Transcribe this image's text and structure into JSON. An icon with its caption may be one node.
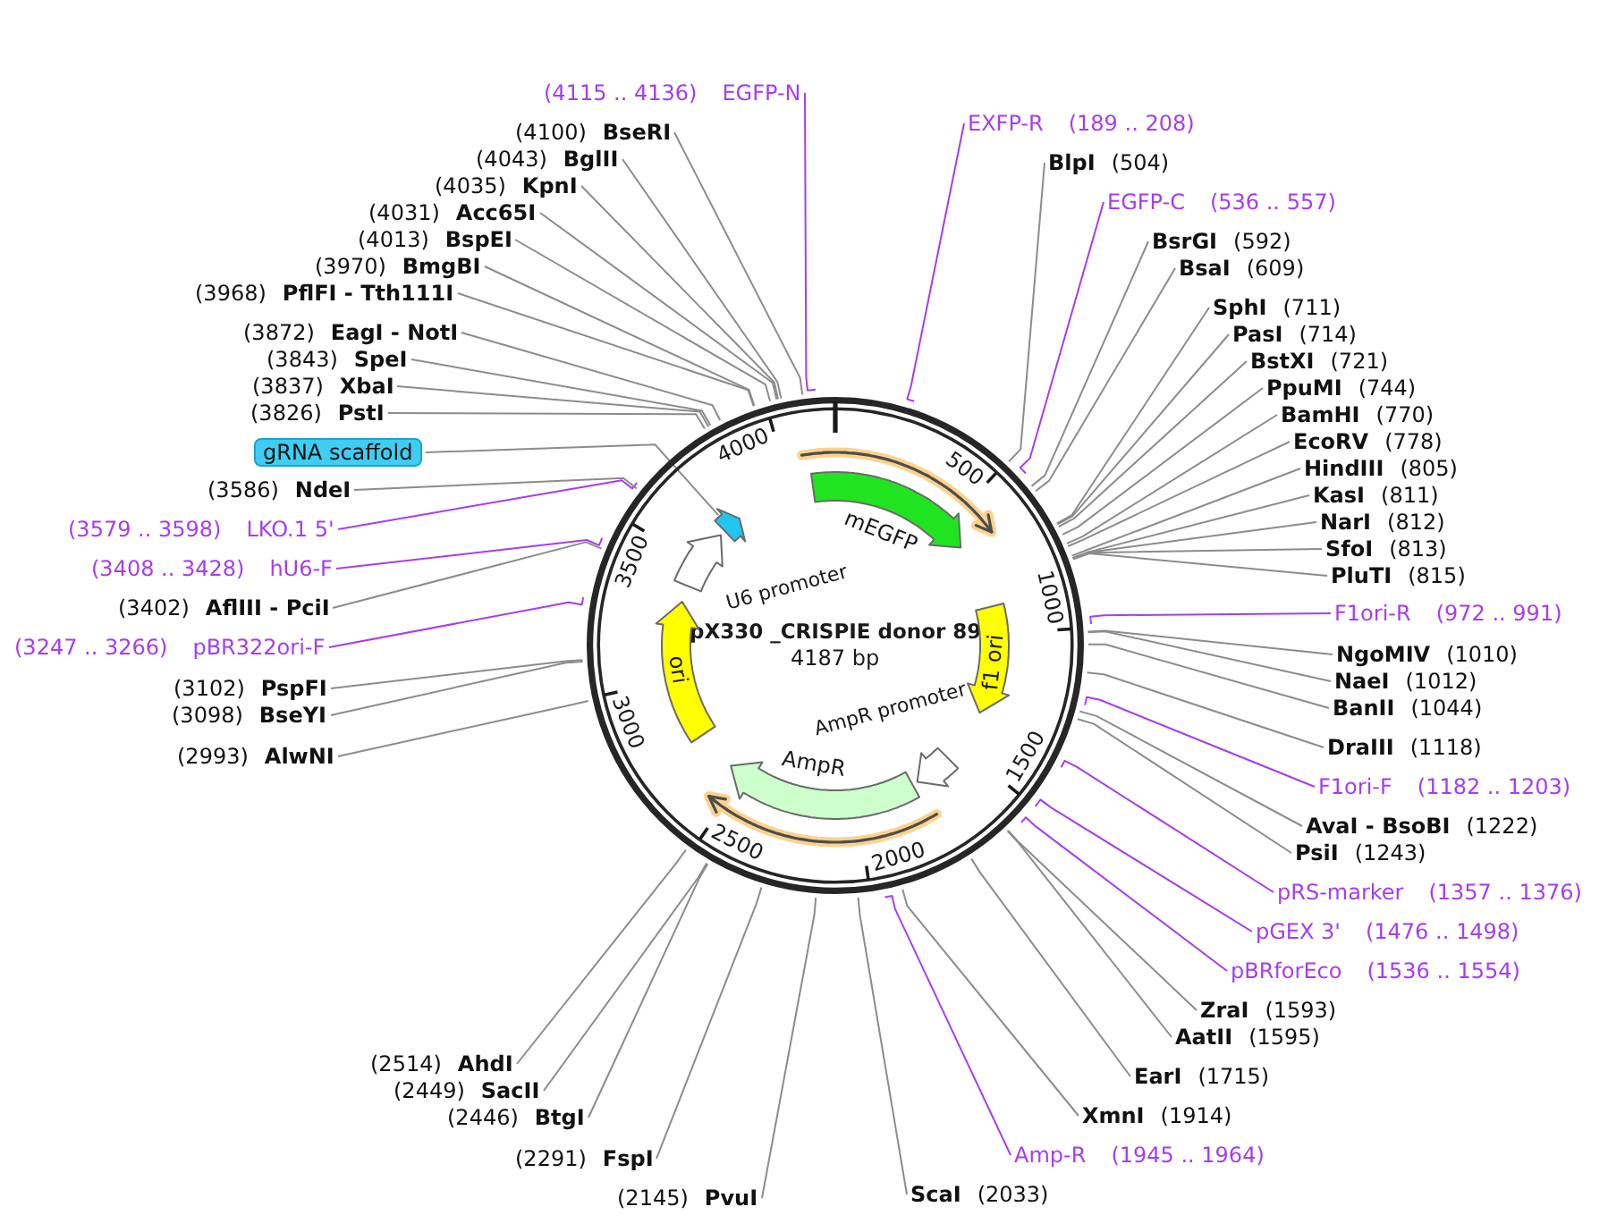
{
  "diagram": {
    "nodes": [
      {
        "text": [
          "pX330 _CRISPIE donor 89",
          "4187 bp"
        ]
      },
      {
        "text": [
          "mEGFP"
        ],
        "in": 0
      },
      {
        "text": [
          "f1 ori"
        ],
        "in": 0
      },
      {
        "text": [
          "AmpR promoter"
        ],
        "in": 0
      },
      {
        "text": [
          "AmpR"
        ],
        "in": 0
      },
      {
        "text": [
          "ori"
        ],
        "in": 0
      },
      {
        "text": [
          "U6 promoter"
        ],
        "in": 0
      },
      {
        "text": [],
        "shape": "arrow",
        "in": 0
      },
      {
        "text": [
          "(4115 .. 4136)",
          "EGFP-N"
        ]
      },
      {
        "text": [
          "EXFP-R",
          "(189 .. 208)"
        ]
      },
      {
        "text": [
          "BlpI",
          "(504)"
        ]
      },
      {
        "text": [
          "EGFP-C",
          "(536 .. 557)"
        ]
      },
      {
        "text": [
          "BsrGI",
          "(592)"
        ]
      },
      {
        "text": [
          "BsaI",
          "(609)"
        ]
      },
      {
        "text": [
          "SphI",
          "(711)"
        ]
      },
      {
        "text": [
          "PasI",
          "(714)"
        ]
      },
      {
        "text": [
          "BstXI",
          "(721)"
        ]
      },
      {
        "text": [
          "PpuMI",
          "(744)"
        ]
      },
      {
        "text": [
          "BamHI",
          "(770)"
        ]
      },
      {
        "text": [
          "EcoRV",
          "(778)"
        ]
      },
      {
        "text": [
          "HindIII",
          "(805)"
        ]
      },
      {
        "text": [
          "KasI",
          "(811)"
        ]
      },
      {
        "text": [
          "NarI",
          "(812)"
        ]
      },
      {
        "text": [
          "SfoI",
          "(813)"
        ]
      },
      {
        "text": [
          "PluTI",
          "(815)"
        ]
      },
      {
        "text": [
          "F1ori-R",
          "(972 .. 991)"
        ]
      },
      {
        "text": [
          "NgoMIV",
          "(1010)"
        ]
      },
      {
        "text": [
          "NaeI",
          "(1012)"
        ]
      },
      {
        "text": [
          "BanII",
          "(1044)"
        ]
      },
      {
        "text": [
          "DraIII",
          "(1118)"
        ]
      },
      {
        "text": [
          "F1ori-F",
          "(1182 .. 1203)"
        ]
      },
      {
        "text": [
          "AvaI - BsoBI",
          "(1222)"
        ]
      },
      {
        "text": [
          "PsiI",
          "(1243)"
        ]
      },
      {
        "text": [
          "pRS-marker",
          "(1357 .. 1376)"
        ]
      },
      {
        "text": [
          "pGEX 3'",
          "(1476 .. 1498)"
        ]
      },
      {
        "text": [
          "pBRforEco",
          "(1536 .. 1554)"
        ]
      },
      {
        "text": [
          "ZraI",
          "(1593)"
        ]
      },
      {
        "text": [
          "AatII",
          "(1595)"
        ]
      },
      {
        "text": [
          "EarI",
          "(1715)"
        ]
      },
      {
        "text": [
          "XmnI",
          "(1914)"
        ]
      },
      {
        "text": [
          "Amp-R",
          "(1945 .. 1964)"
        ]
      },
      {
        "text": [
          "ScaI",
          "(2033)"
        ]
      },
      {
        "text": [
          "(2145)",
          "PvuI"
        ]
      },
      {
        "text": [
          "(2291)",
          "FspI"
        ]
      },
      {
        "text": [
          "(2446)",
          "BtgI"
        ]
      },
      {
        "text": [
          "(2449)",
          "SacII"
        ]
      },
      {
        "text": [
          "(2514)",
          "AhdI"
        ]
      },
      {
        "text": [
          "(2993)",
          "AlwNI"
        ]
      },
      {
        "text": [
          "(3098)",
          "BseYI"
        ]
      },
      {
        "text": [
          "(3102)",
          "PspFI"
        ]
      },
      {
        "text": [
          "(3247 .. 3266)",
          "pBR322ori-F"
        ]
      },
      {
        "text": [
          "(3402)",
          "AflIII - PciI"
        ]
      },
      {
        "text": [
          "(3408 .. 3428)",
          "hU6-F"
        ]
      },
      {
        "text": [
          "(3579 .. 3598)",
          "LKO.1 5'"
        ]
      },
      {
        "text": [
          "(3586)",
          "NdeI"
        ]
      },
      {
        "text": [
          "gRNA scaffold"
        ]
      },
      {
        "text": [
          "(3826)",
          "PstI"
        ]
      },
      {
        "text": [
          "(3837)",
          "XbaI"
        ]
      },
      {
        "text": [
          "(3843)",
          "SpeI"
        ]
      },
      {
        "text": [
          "(3872)",
          "EagI - NotI"
        ]
      },
      {
        "text": [
          "(3968)",
          "PflFI - Tth111I"
        ]
      },
      {
        "text": [
          "(3970)",
          "BmgBI"
        ]
      },
      {
        "text": [
          "(4013)",
          "BspEI"
        ]
      },
      {
        "text": [
          "(4031)",
          "Acc65I"
        ]
      },
      {
        "text": [
          "(4035)",
          "KpnI"
        ]
      },
      {
        "text": [
          "(4043)",
          "BglII"
        ]
      },
      {
        "text": [
          "(4100)",
          "BseRI"
        ]
      }
    ],
    "edges": [
      {
        "from": 8,
        "to": 0,
        "arrow": "none",
        "color": "#a63df0"
      },
      {
        "from": 9,
        "to": 0,
        "arrow": "none",
        "color": "#a63df0"
      },
      {
        "from": 10,
        "to": 0,
        "arrow": "none"
      },
      {
        "from": 11,
        "to": 0,
        "arrow": "none",
        "color": "#a63df0"
      },
      {
        "from": 12,
        "to": 0,
        "arrow": "none"
      },
      {
        "from": 13,
        "to": 0,
        "arrow": "none"
      },
      {
        "from": 14,
        "to": 0,
        "arrow": "none"
      },
      {
        "from": 15,
        "to": 0,
        "arrow": "none"
      },
      {
        "from": 16,
        "to": 0,
        "arrow": "none"
      },
      {
        "from": 17,
        "to": 0,
        "arrow": "none"
      },
      {
        "from": 18,
        "to": 0,
        "arrow": "none"
      },
      {
        "from": 19,
        "to": 0,
        "arrow": "none"
      },
      {
        "from": 20,
        "to": 0,
        "arrow": "none"
      },
      {
        "from": 21,
        "to": 0,
        "arrow": "none"
      },
      {
        "from": 22,
        "to": 0,
        "arrow": "none"
      },
      {
        "from": 23,
        "to": 0,
        "arrow": "none"
      },
      {
        "from": 24,
        "to": 0,
        "arrow": "none"
      },
      {
        "from": 25,
        "to": 0,
        "arrow": "none",
        "color": "#a63df0"
      },
      {
        "from": 26,
        "to": 0,
        "arrow": "none"
      },
      {
        "from": 27,
        "to": 0,
        "arrow": "none"
      },
      {
        "from": 28,
        "to": 0,
        "arrow": "none"
      },
      {
        "from": 29,
        "to": 0,
        "arrow": "none"
      },
      {
        "from": 30,
        "to": 0,
        "arrow": "none",
        "color": "#a63df0"
      },
      {
        "from": 31,
        "to": 0,
        "arrow": "none"
      },
      {
        "from": 32,
        "to": 0,
        "arrow": "none"
      },
      {
        "from": 33,
        "to": 0,
        "arrow": "none",
        "color": "#a63df0"
      },
      {
        "from": 34,
        "to": 0,
        "arrow": "none",
        "color": "#a63df0"
      },
      {
        "from": 35,
        "to": 0,
        "arrow": "none",
        "color": "#a63df0"
      },
      {
        "from": 36,
        "to": 0,
        "arrow": "none"
      },
      {
        "from": 37,
        "to": 0,
        "arrow": "none"
      },
      {
        "from": 38,
        "to": 0,
        "arrow": "none"
      },
      {
        "from": 39,
        "to": 0,
        "arrow": "none"
      },
      {
        "from": 40,
        "to": 0,
        "arrow": "none",
        "color": "#a63df0"
      },
      {
        "from": 41,
        "to": 0,
        "arrow": "none"
      },
      {
        "from": 42,
        "to": 0,
        "arrow": "none"
      },
      {
        "from": 43,
        "to": 0,
        "arrow": "none"
      },
      {
        "from": 44,
        "to": 0,
        "arrow": "none"
      },
      {
        "from": 45,
        "to": 0,
        "arrow": "none"
      },
      {
        "from": 46,
        "to": 0,
        "arrow": "none"
      },
      {
        "from": 47,
        "to": 0,
        "arrow": "none"
      },
      {
        "from": 48,
        "to": 0,
        "arrow": "none"
      },
      {
        "from": 49,
        "to": 0,
        "arrow": "none"
      },
      {
        "from": 50,
        "to": 0,
        "arrow": "none",
        "color": "#a63df0"
      },
      {
        "from": 51,
        "to": 0,
        "arrow": "none"
      },
      {
        "from": 52,
        "to": 0,
        "arrow": "none",
        "color": "#a63df0"
      },
      {
        "from": 53,
        "to": 0,
        "arrow": "none",
        "color": "#a63df0"
      },
      {
        "from": 54,
        "to": 0,
        "arrow": "none"
      },
      {
        "from": 55,
        "to": 7,
        "arrow": "none"
      },
      {
        "from": 56,
        "to": 0,
        "arrow": "none"
      },
      {
        "from": 57,
        "to": 0,
        "arrow": "none"
      },
      {
        "from": 58,
        "to": 0,
        "arrow": "none"
      },
      {
        "from": 59,
        "to": 0,
        "arrow": "none"
      },
      {
        "from": 60,
        "to": 0,
        "arrow": "none"
      },
      {
        "from": 61,
        "to": 0,
        "arrow": "none"
      },
      {
        "from": 62,
        "to": 0,
        "arrow": "none"
      },
      {
        "from": 63,
        "to": 0,
        "arrow": "none"
      },
      {
        "from": 64,
        "to": 0,
        "arrow": "none"
      },
      {
        "from": 65,
        "to": 0,
        "arrow": "none"
      },
      {
        "from": 66,
        "to": 0,
        "arrow": "none"
      }
    ],
    "labels": [
      "500",
      "1000",
      "1500",
      "2000",
      "2500",
      "3000",
      "3500",
      "4000"
    ]
  }
}
